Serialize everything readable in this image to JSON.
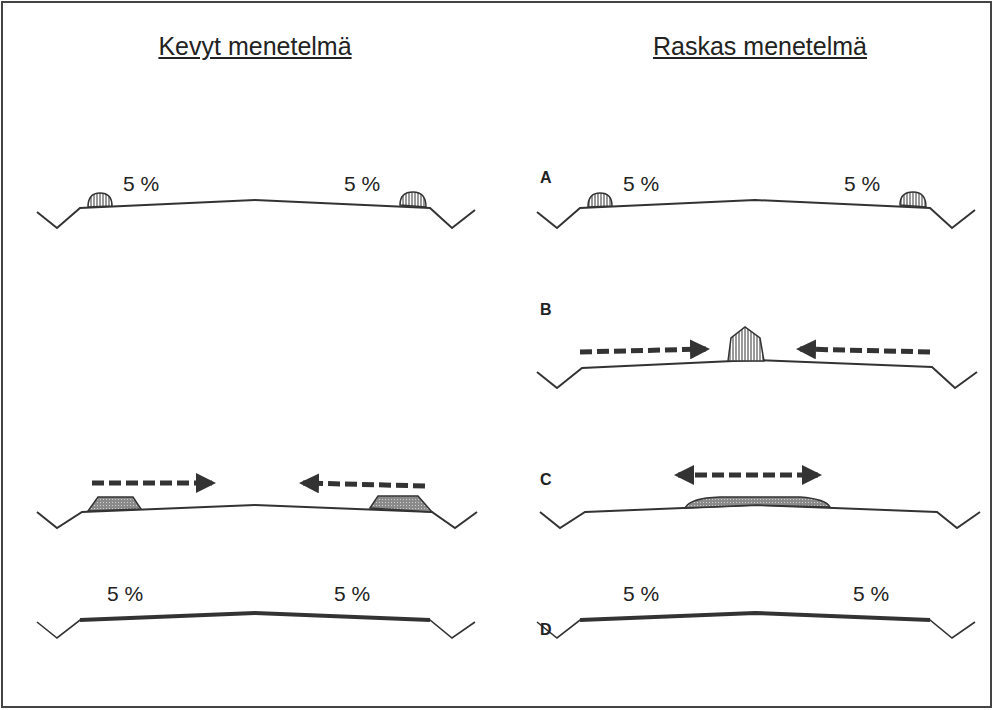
{
  "diagram": {
    "labels": [
      "Kevyt menetelmä",
      "Raskas menetelmä",
      "5 %",
      "5 %",
      "A",
      "5 %",
      "5 %",
      "B",
      "C",
      "5 %",
      "5 %",
      "D",
      "5 %",
      "5 %"
    ]
  }
}
